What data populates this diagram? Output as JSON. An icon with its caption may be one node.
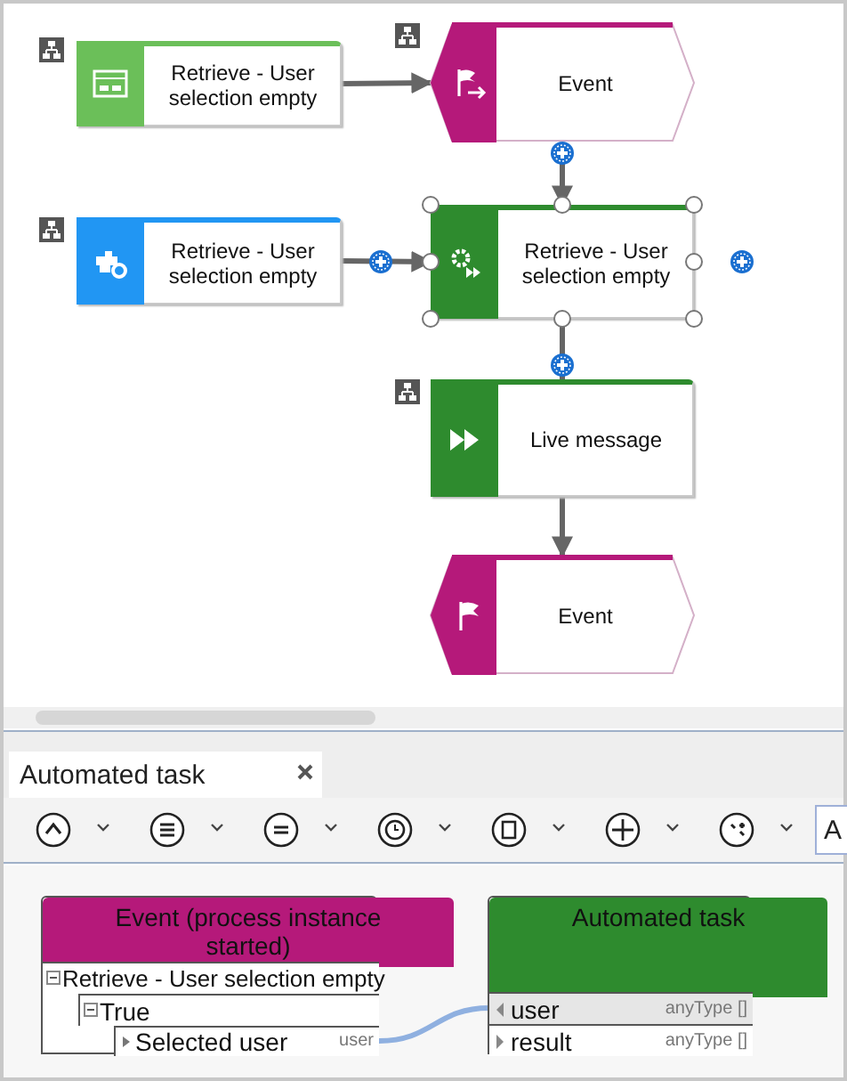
{
  "diagram": {
    "nodes": [
      {
        "text": [
          "Retrieve - User selection empty"
        ]
      },
      {
        "text": [
          "Event"
        ]
      },
      {
        "text": [
          "Retrieve - User selection empty"
        ]
      },
      {
        "text": [
          "Retrieve - User selection empty"
        ]
      },
      {
        "text": [
          "Live message"
        ]
      },
      {
        "text": [
          "Event"
        ]
      },
      {
        "text": [
          "Event (process instance started)"
        ]
      },
      {
        "text": [
          "Retrieve - User selection empty"
        ],
        "in": 6
      },
      {
        "text": [
          "True"
        ],
        "in": 6
      },
      {
        "text": [
          "Selected user",
          "user"
        ],
        "in": 6
      },
      {
        "text": [
          "Automated task"
        ]
      },
      {
        "text": [
          "user",
          "anyType []"
        ],
        "in": 10
      },
      {
        "text": [
          "result",
          "anyType []"
        ],
        "in": 10
      }
    ],
    "edges": [
      {
        "from": 0,
        "to": 1,
        "arrow": "to"
      },
      {
        "from": 1,
        "to": 3,
        "arrow": "to"
      },
      {
        "from": 2,
        "to": 3,
        "arrow": "to"
      },
      {
        "from": 3,
        "to": 4,
        "arrow": "none"
      },
      {
        "from": 4,
        "to": 5,
        "arrow": "to"
      },
      {
        "from": 9,
        "to": 11,
        "arrow": "none",
        "color": "#8fb0e0"
      }
    ],
    "labels": [
      "Automated task",
      "A"
    ]
  }
}
